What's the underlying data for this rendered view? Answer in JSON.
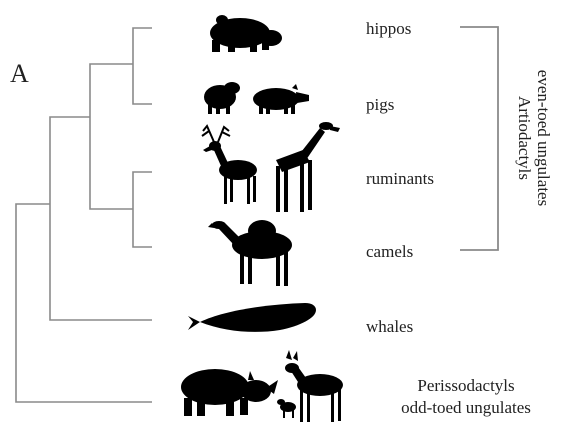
{
  "panel_label": "A",
  "taxa": {
    "hippos": "hippos",
    "pigs": "pigs",
    "ruminants": "ruminants",
    "camels": "camels",
    "whales": "whales",
    "perisso_line1": "Perissodactyls",
    "perisso_line2": "odd-toed ungulates"
  },
  "group": {
    "line1": "Artiodactyls",
    "line2": "even-toed ungulates"
  },
  "icons": {
    "hippo": "hippo-silhouette",
    "pig": "pig-silhouette",
    "deer": "deer-silhouette",
    "giraffe": "giraffe-silhouette",
    "camel": "camel-silhouette",
    "whale": "whale-silhouette",
    "rhino": "rhino-silhouette",
    "zebra": "zebra-silhouette"
  },
  "colors": {
    "tree": "#8a8a8a",
    "text": "#222222",
    "silhouette": "#000000"
  }
}
